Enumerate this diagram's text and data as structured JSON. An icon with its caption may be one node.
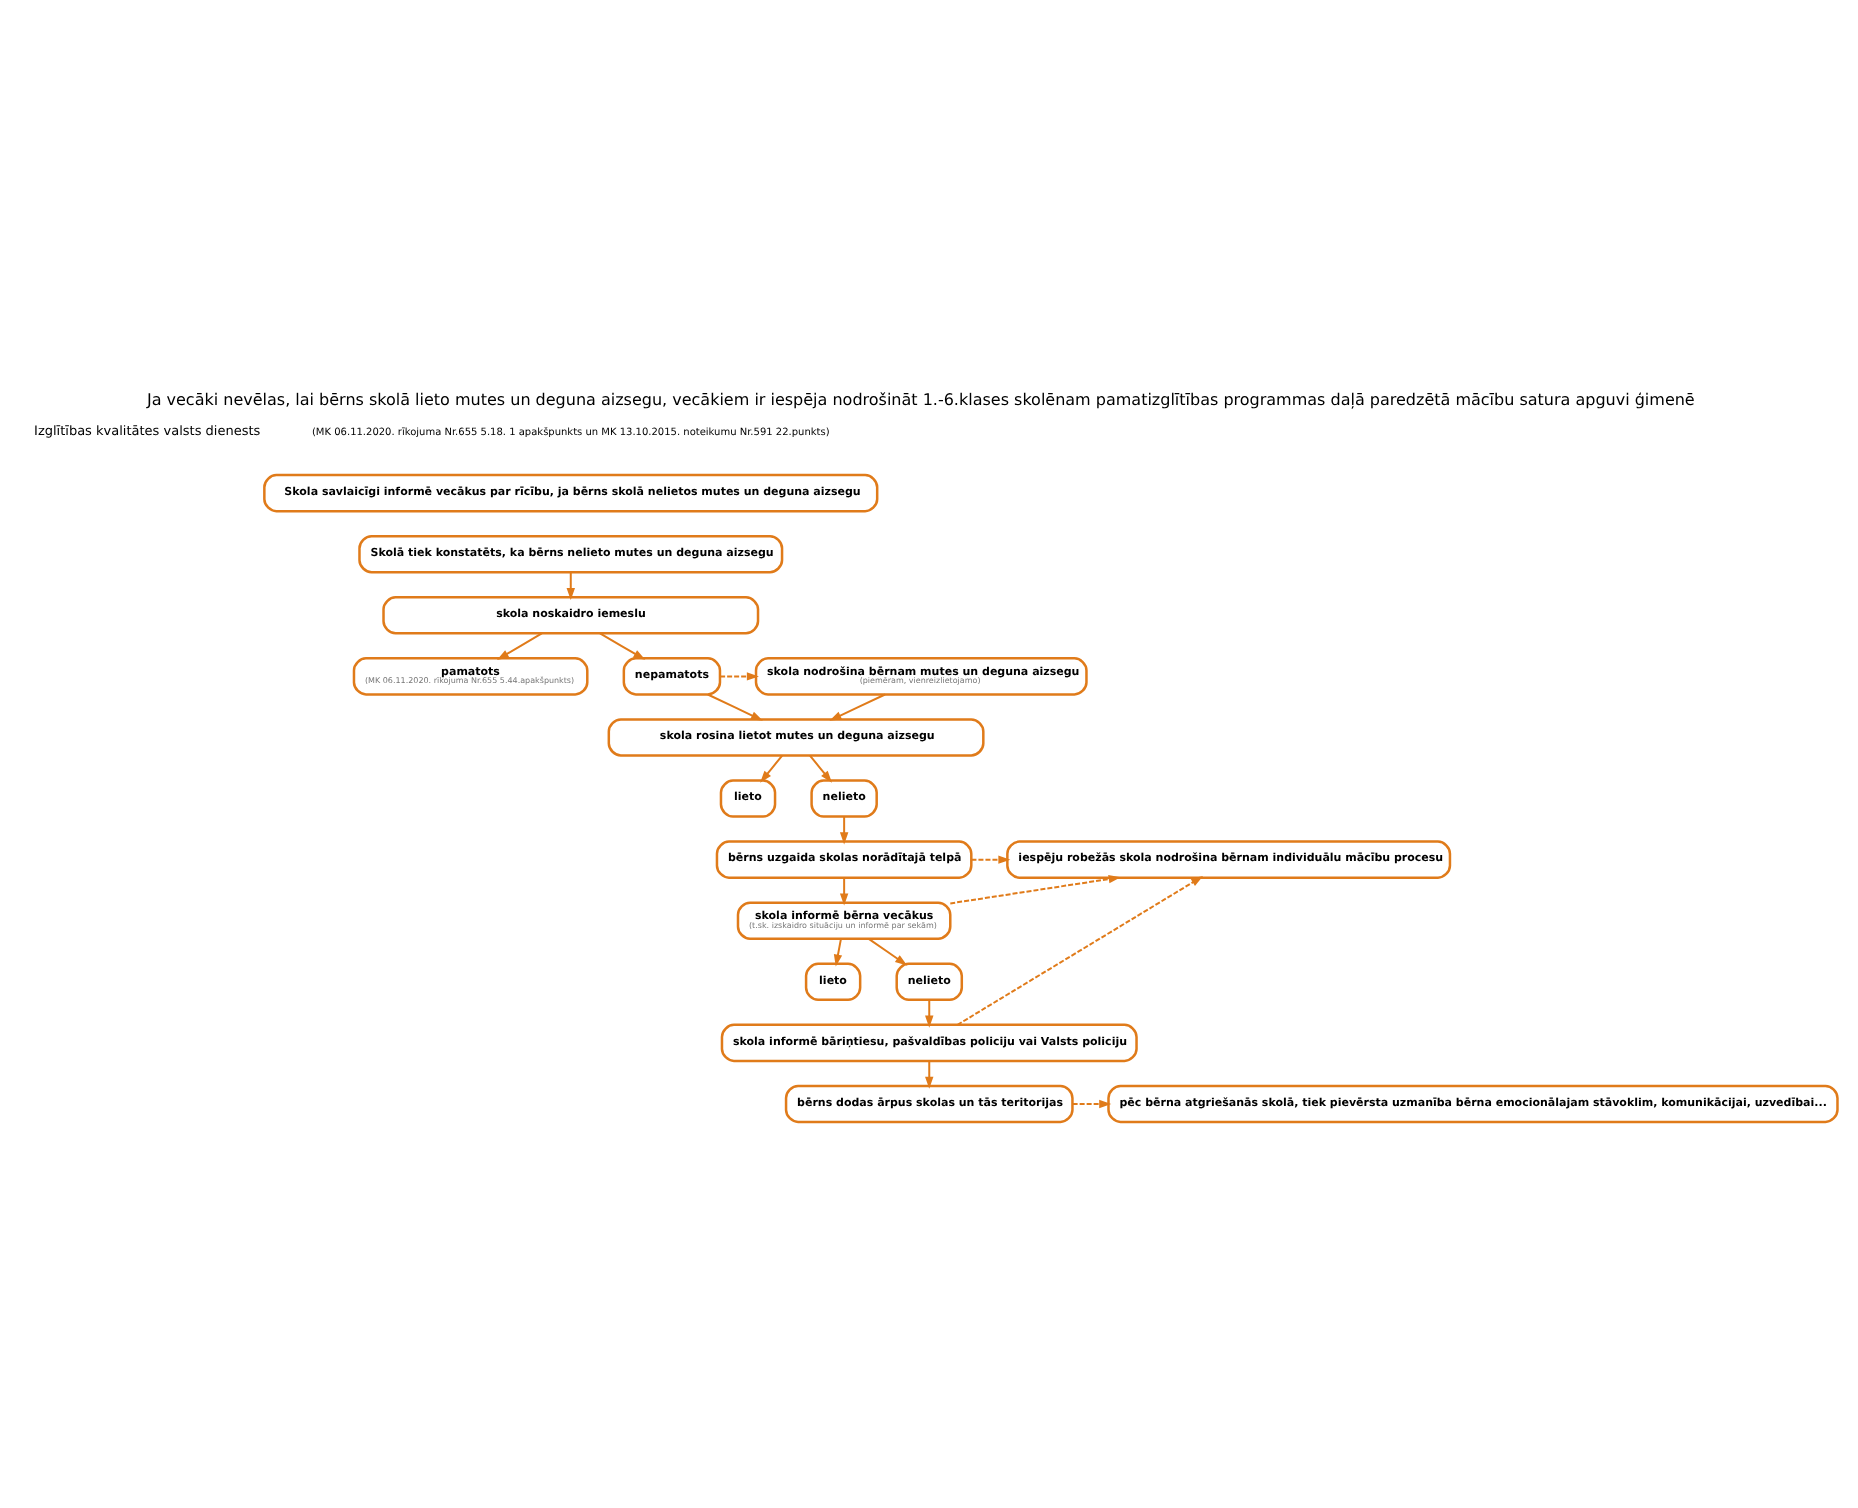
{
  "diagram": {
    "title": "Ja vecāki nevēlas, lai bērns skolā lieto mutes un deguna aizsegu, vecākiem ir iespēja nodrošināt 1.-6.klases skolēnam pamatizglītības programmas daļā paredzētā mācību satura apguvi ģimenē",
    "nodes": [
      {
        "text": [
          "Skola savlaicīgi informē vecākus par rīcību, ja bērns skolā nelietos mutes un deguna aizsegu"
        ]
      },
      {
        "text": [
          "Skolā tiek konstatēts, ka bērns nelieto mutes un deguna aizsegu"
        ]
      },
      {
        "text": [
          "skola noskaidro iemeslu"
        ]
      },
      {
        "text": [
          "pamatots",
          "(MK 06.11.2020. rīkojuma Nr.655 5.44.apakšpunkts)"
        ]
      },
      {
        "text": [
          "nepamatots"
        ]
      },
      {
        "text": [
          "skola nodrošina bērnam mutes un deguna aizsegu",
          "(piemēram, vienreizlietojamo)"
        ]
      },
      {
        "text": [
          "skola rosina lietot mutes un deguna aizsegu"
        ]
      },
      {
        "text": [
          "lieto"
        ]
      },
      {
        "text": [
          "nelieto"
        ]
      },
      {
        "text": [
          "iespēju robežās skola nodrošina bērnam individuālu mācību procesu"
        ]
      },
      {
        "text": [
          "bērns uzgaida skolas norādītajā telpā"
        ]
      },
      {
        "text": [
          "skola informē bērna vecākus",
          "(t.sk. izskaidro situāciju un informē par sekām)"
        ]
      },
      {
        "text": [
          "lieto"
        ]
      },
      {
        "text": [
          "nelieto"
        ]
      },
      {
        "text": [
          "skola informē bāriņtiesu, pašvaldības policiju vai Valsts policiju"
        ]
      },
      {
        "text": [
          "pēc bērna atgriešanās skolā, tiek pievērsta uzmanība bērna emocionālajam stāvoklim, komunikācijai, uzvedībai..."
        ]
      },
      {
        "text": [
          "bērns dodas ārpus skolas un tās teritorijas"
        ]
      }
    ],
    "edges": [
      {
        "from": 1,
        "to": 2,
        "arrow": "to"
      },
      {
        "from": 2,
        "to": 3,
        "arrow": "to"
      },
      {
        "from": 2,
        "to": 4,
        "arrow": "to"
      },
      {
        "from": 4,
        "to": 5,
        "arrow": "to",
        "style": "dashed"
      },
      {
        "from": 4,
        "to": 6,
        "arrow": "to"
      },
      {
        "from": 5,
        "to": 6,
        "arrow": "to"
      },
      {
        "from": 6,
        "to": 7,
        "arrow": "to"
      },
      {
        "from": 6,
        "to": 8,
        "arrow": "to"
      },
      {
        "from": 8,
        "to": 10,
        "arrow": "to"
      },
      {
        "from": 10,
        "to": 9,
        "arrow": "to",
        "style": "dashed"
      },
      {
        "from": 10,
        "to": 11,
        "arrow": "to"
      },
      {
        "from": 11,
        "to": 12,
        "arrow": "to"
      },
      {
        "from": 11,
        "to": 13,
        "arrow": "to"
      },
      {
        "from": 11,
        "to": 9,
        "arrow": "to",
        "style": "dashed"
      },
      {
        "from": 13,
        "to": 14,
        "arrow": "to"
      },
      {
        "from": 14,
        "to": 9,
        "arrow": "to",
        "style": "dashed"
      },
      {
        "from": 14,
        "to": 16,
        "arrow": "to"
      },
      {
        "from": 16,
        "to": 15,
        "arrow": "to",
        "style": "dashed"
      }
    ],
    "labels": [
      "Izglītības kvalitātes valsts dienests",
      "(MK 06.11.2020. rīkojuma Nr.655 5.18. 1 apakšpunkts un MK 13.10.2015. noteikumu Nr.591 22.punkts)"
    ]
  }
}
